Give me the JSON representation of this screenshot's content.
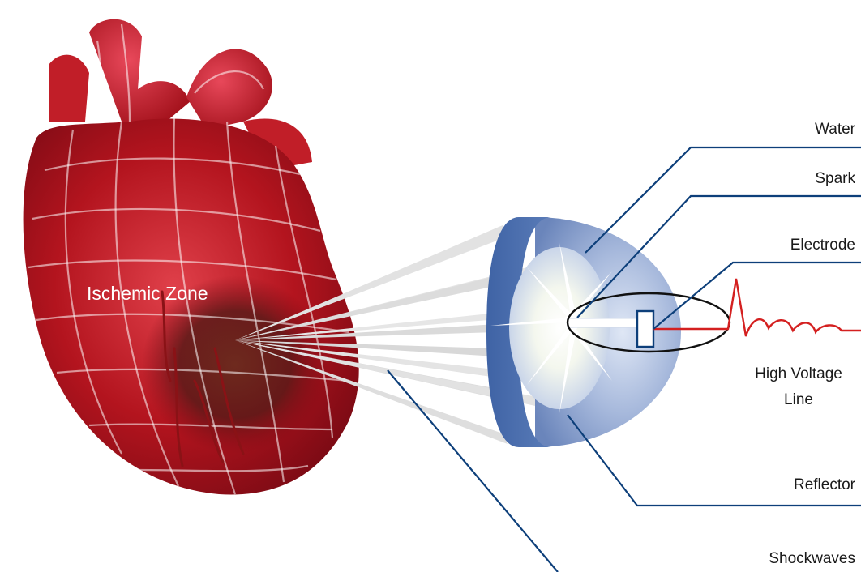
{
  "diagram": {
    "labels": {
      "water": "Water",
      "spark": "Spark",
      "electrode": "Electrode",
      "high_voltage_line1": "High Voltage",
      "high_voltage_line2": "Line",
      "reflector": "Reflector",
      "shockwaves": "Shockwaves",
      "ischemic_zone": "Ischemic Zone"
    },
    "colors": {
      "leader_line": "#0d3f7a",
      "heart": "#b3141e",
      "reflector": "#4f72ad",
      "voltage_line": "#d42020",
      "shockwave_beam": "#d8d8d8"
    }
  }
}
